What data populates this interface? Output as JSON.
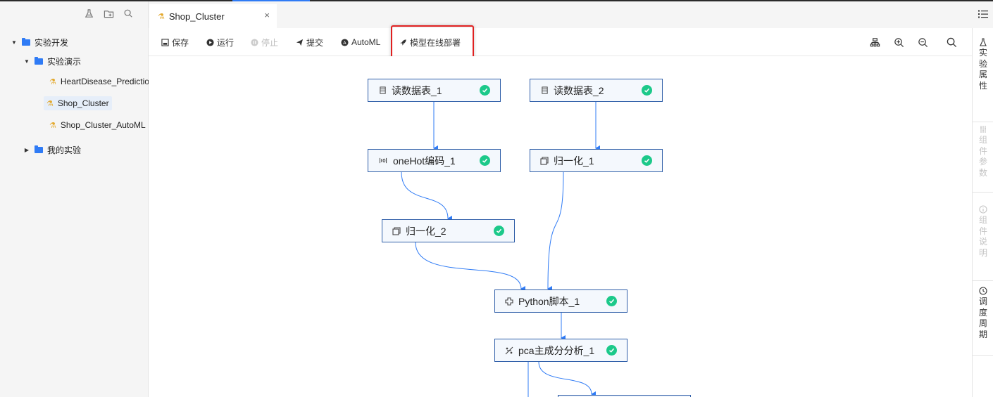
{
  "tab": {
    "title": "Shop_Cluster",
    "close": "×"
  },
  "toolbar": {
    "save": "保存",
    "run": "运行",
    "stop": "停止",
    "submit": "提交",
    "automl": "AutoML",
    "deploy": "模型在线部署"
  },
  "tree": {
    "root": "实验开发",
    "demo": "实验演示",
    "items": [
      "HeartDisease_Prediction",
      "Shop_Cluster",
      "Shop_Cluster_AutoML"
    ],
    "mine": "我的实验"
  },
  "nodes": {
    "read1": "读数据表_1",
    "read2": "读数据表_2",
    "onehot": "oneHot编码_1",
    "norm1": "归一化_1",
    "norm2": "归一化_2",
    "python": "Python脚本_1",
    "pca": "pca主成分分析_1"
  },
  "right_panel": {
    "props": "实验属性",
    "params": "组件参数",
    "desc": "组件说明",
    "schedule": "调度周期"
  },
  "colors": {
    "accent": "#2f7bf5",
    "success": "#1cc98a",
    "highlight": "#e02020"
  }
}
